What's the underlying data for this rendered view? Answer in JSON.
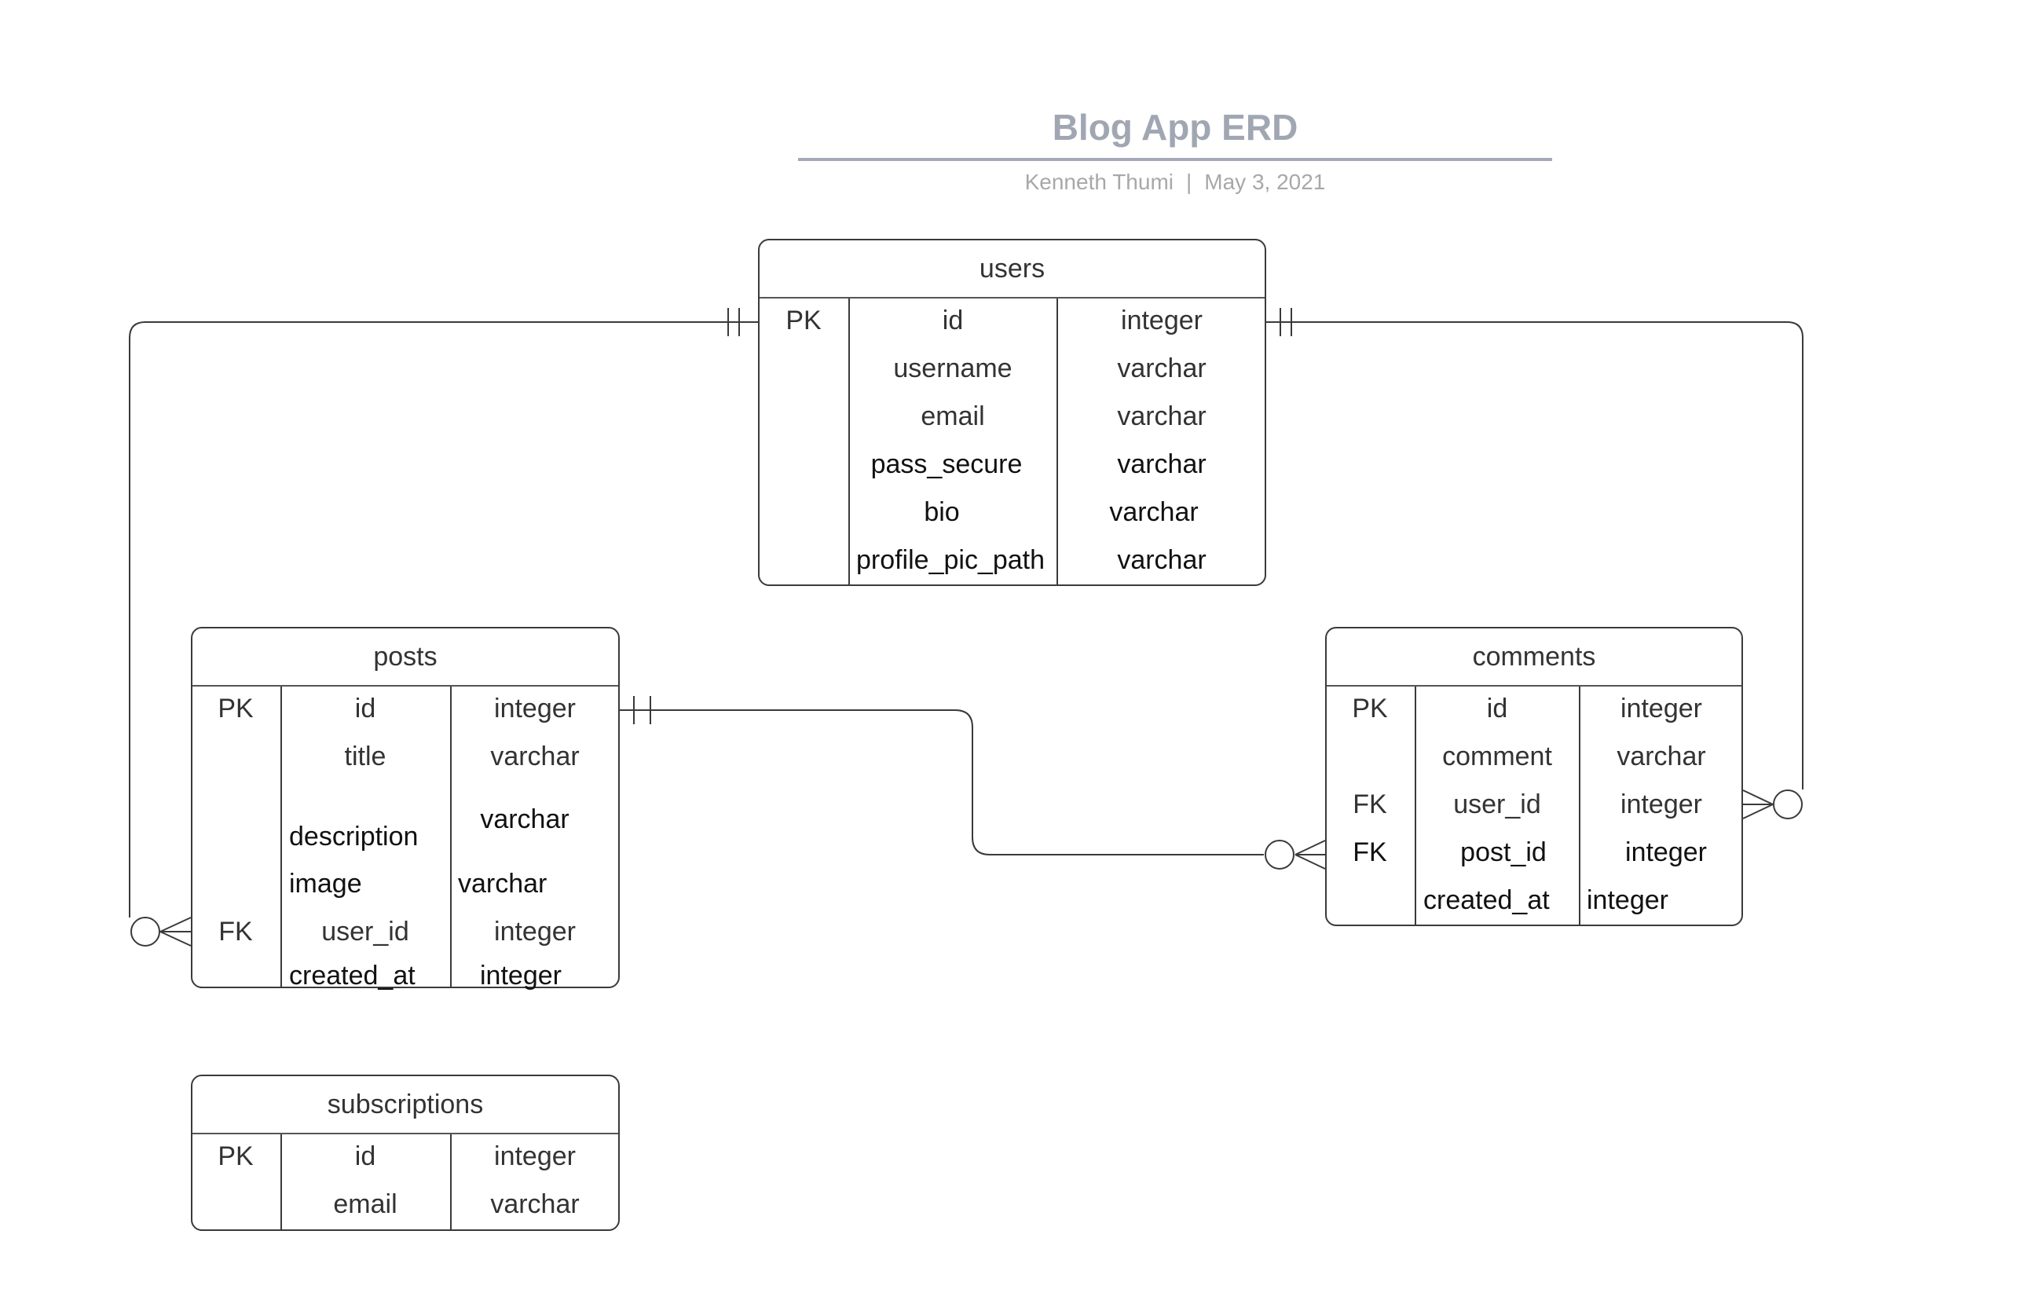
{
  "diagram": {
    "title": "Blog App ERD",
    "author": "Kenneth Thumi",
    "separator": "|",
    "date": "May 3, 2021"
  },
  "colors": {
    "title": "#a1a7b2",
    "title_rule": "#a5a9b8",
    "subtitle": "#a8a8a8",
    "border": "#3a3a3a",
    "text": "#333333"
  },
  "entities": {
    "users": {
      "name": "users",
      "rows": [
        {
          "key": "PK",
          "field": "id",
          "type": "integer"
        },
        {
          "key": "",
          "field": "username",
          "type": "varchar"
        },
        {
          "key": "",
          "field": "email",
          "type": "varchar"
        },
        {
          "key": "",
          "field": "pass_secure",
          "type": "varchar"
        },
        {
          "key": "",
          "field": "bio",
          "type": "varchar"
        },
        {
          "key": "",
          "field": "profile_pic_path",
          "type": "varchar"
        }
      ]
    },
    "posts": {
      "name": "posts",
      "rows": [
        {
          "key": "PK",
          "field": "id",
          "type": "integer"
        },
        {
          "key": "",
          "field": "title",
          "type": "varchar"
        },
        {
          "key": "",
          "field": "description",
          "type": "varchar"
        },
        {
          "key": "",
          "field": "image",
          "type": "varchar"
        },
        {
          "key": "FK",
          "field": "user_id",
          "type": "integer"
        },
        {
          "key": "",
          "field": "created_at",
          "type": "integer"
        }
      ]
    },
    "comments": {
      "name": "comments",
      "rows": [
        {
          "key": "PK",
          "field": "id",
          "type": "integer"
        },
        {
          "key": "",
          "field": "comment",
          "type": "varchar"
        },
        {
          "key": "FK",
          "field": "user_id",
          "type": "integer"
        },
        {
          "key": "FK",
          "field": "post_id",
          "type": "integer"
        },
        {
          "key": "",
          "field": "created_at",
          "type": "integer"
        }
      ]
    },
    "subscriptions": {
      "name": "subscriptions",
      "rows": [
        {
          "key": "PK",
          "field": "id",
          "type": "integer"
        },
        {
          "key": "",
          "field": "email",
          "type": "varchar"
        }
      ]
    }
  },
  "relationships": [
    {
      "from": "users.id",
      "to": "posts.user_id",
      "from_cardinality": "one-and-only-one",
      "to_cardinality": "zero-or-many"
    },
    {
      "from": "users.id",
      "to": "comments.user_id",
      "from_cardinality": "one-and-only-one",
      "to_cardinality": "zero-or-many"
    },
    {
      "from": "posts.id",
      "to": "comments.post_id",
      "from_cardinality": "one-and-only-one",
      "to_cardinality": "zero-or-many"
    }
  ]
}
